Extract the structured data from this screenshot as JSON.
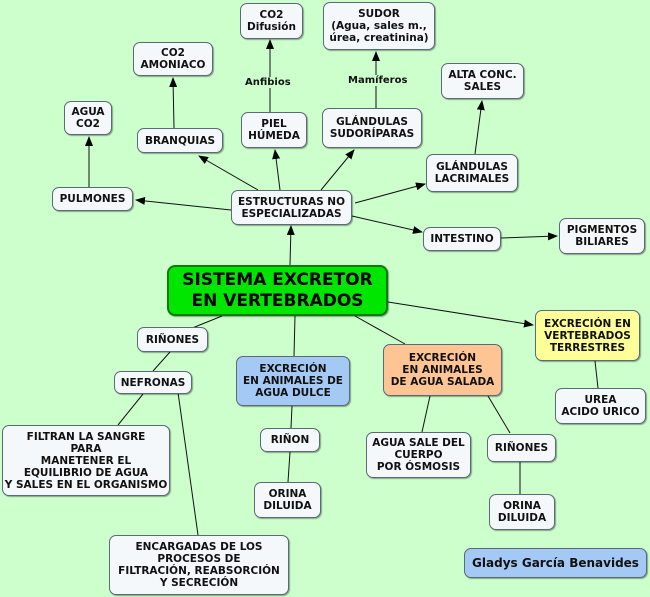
{
  "title": "SISTEMA EXCRETOR\nEN VERTEBRADOS",
  "nodes": {
    "co2_difusion": "CO2\nDifusión",
    "sudor": "SUDOR\n(Agua, sales m.,\núrea, creatinina)",
    "co2_amoniaco": "CO2\nAMONIACO",
    "alta_conc_sales": "ALTA CONC.\nSALES",
    "agua_co2": "AGUA\nCO2",
    "piel_humeda": "PIEL\nHÚMEDA",
    "branquias": "BRANQUIAS",
    "glandulas_sudoriparas": "GLÁNDULAS\nSUDORÍPARAS",
    "glandulas_lacrimales": "GLÁNDULAS\nLACRIMALES",
    "pulmones": "PULMONES",
    "estructuras": "ESTRUCTURAS NO\nESPECIALIZADAS",
    "intestino": "INTESTINO",
    "pigmentos_biliares": "PIGMENTOS\nBILIARES",
    "excrecion_terrestres": "EXCRECIÓN EN\nVERTEBRADOS\nTERRESTRES",
    "rinones_left": "RIÑONES",
    "nefronas": "NEFRONAS",
    "excrecion_agua_dulce": "EXCRECIÓN\nEN ANIMALES DE\nAGUA DULCE",
    "excrecion_agua_salada": "EXCRECIÓN\nEN ANIMALES\nDE AGUA SALADA",
    "urea_acido_urico": "UREA\nACIDO URICO",
    "filtran": "FILTRAN LA SANGRE\nPARA\nMANETENER EL\nEQUILIBRIO DE AGUA\nY SALES EN EL ORGANISMO",
    "rinon": "RIÑON",
    "agua_sale": "AGUA SALE DEL\nCUERPO\nPOR ÓSMOSIS",
    "rinones_right": "RIÑONES",
    "orina_diluida_1": "ORINA\nDILUIDA",
    "orina_diluida_2": "ORINA\nDILUIDA",
    "encargadas": "ENCARGADAS DE LOS\nPROCESOS DE\nFILTRACIÓN, REABSORCIÓN\nY SECRECIÓN"
  },
  "link_labels": {
    "anfibios": "Anfibios",
    "mamiferos": "Mamíferos"
  },
  "author": "Gladys García Benavides",
  "colors": {
    "background": "#ccffcc",
    "main": "#00e600",
    "fresh_water": "#a5c9f5",
    "salt_water": "#ffc494",
    "terrestrial": "#ffff99",
    "node": "#f4f8fb"
  }
}
